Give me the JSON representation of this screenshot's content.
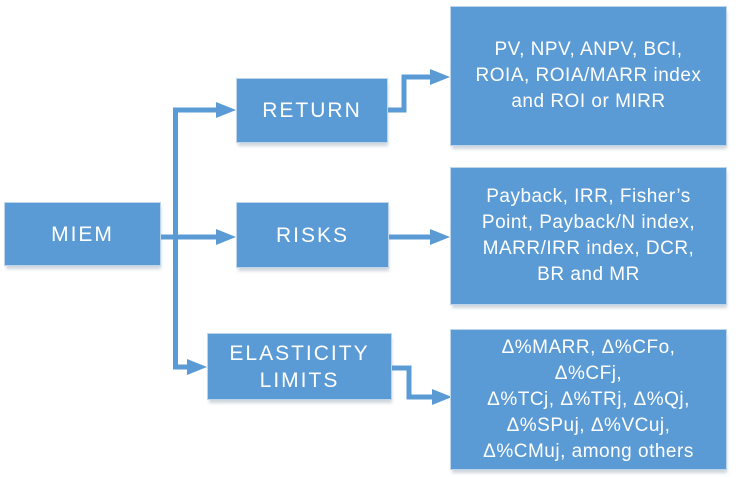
{
  "colors": {
    "accent": "#5b9bd5",
    "box_border": "#bdd5ec",
    "box_text": "#ffffff",
    "background": "#ffffff"
  },
  "root": {
    "label": "MIEM"
  },
  "branches": [
    {
      "label": "RETURN",
      "details": [
        "PV, NPV, ANPV, BCI,",
        "ROIA, ROIA/MARR index",
        "and ROI or MIRR"
      ]
    },
    {
      "label": "RISKS",
      "details": [
        "Payback, IRR, Fisher’s",
        "Point, Payback/N index,",
        "MARR/IRR index, DCR,",
        "BR and MR"
      ]
    },
    {
      "label": "ELASTICITY LIMITS",
      "details": [
        "Δ%MARR, Δ%CFo,",
        "Δ%CFj,",
        "Δ%TCj, Δ%TRj, Δ%Qj,",
        "Δ%SPuj, Δ%VCuj,",
        "Δ%CMuj, among others"
      ]
    }
  ]
}
